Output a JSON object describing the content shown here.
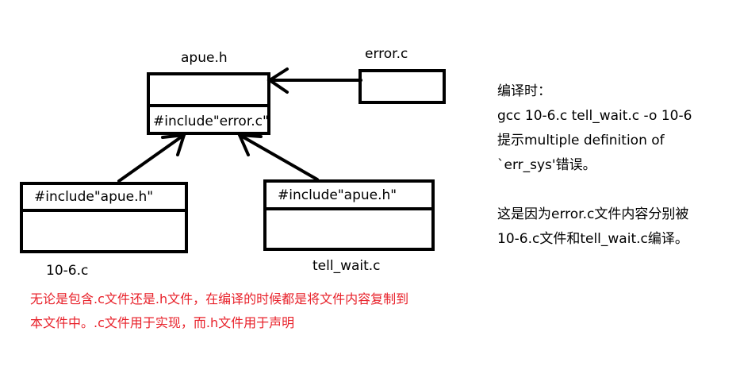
{
  "labels": {
    "apue": "apue.h",
    "error": "error.c",
    "test": "10-6.c",
    "tellwait": "tell_wait.c"
  },
  "boxes": {
    "apue_include": "#include\"error.c\"",
    "test_include": "#include\"apue.h\"",
    "tellwait_include": "#include\"apue.h\""
  },
  "side_note": {
    "line1": "编译时：",
    "line2": "gcc 10-6.c tell_wait.c -o 10-6",
    "line3": "提示multiple definition of",
    "line4": "`err_sys'错误。",
    "line5": "这是因为error.c文件内容分别被",
    "line6": "10-6.c文件和tell_wait.c编译。"
  },
  "bottom_note": {
    "line1": "无论是包含.c文件还是.h文件，在编译的时候都是将文件内容复制到",
    "line2": "本文件中。.c文件用于实现，而.h文件用于声明",
    "color": "#e8212a"
  }
}
